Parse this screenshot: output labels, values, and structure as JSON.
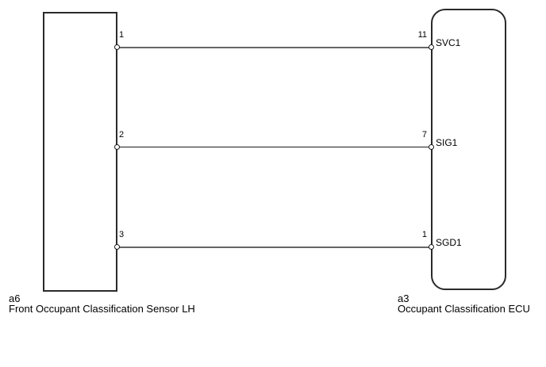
{
  "diagram": {
    "type": "wiring-diagram",
    "left_component": {
      "code": "a6",
      "name": "Front Occupant Classification Sensor LH",
      "pins": [
        {
          "number": "1"
        },
        {
          "number": "2"
        },
        {
          "number": "3"
        }
      ]
    },
    "right_component": {
      "code": "a3",
      "name": "Occupant Classification ECU",
      "pins": [
        {
          "number": "11",
          "label": "SVC1"
        },
        {
          "number": "7",
          "label": "SIG1"
        },
        {
          "number": "1",
          "label": "SGD1"
        }
      ]
    },
    "wires": [
      {
        "from_component": "a6",
        "from_pin": "1",
        "to_component": "a3",
        "to_pin": "11",
        "signal": "SVC1"
      },
      {
        "from_component": "a6",
        "from_pin": "2",
        "to_component": "a3",
        "to_pin": "7",
        "signal": "SIG1"
      },
      {
        "from_component": "a6",
        "from_pin": "3",
        "to_component": "a3",
        "to_pin": "1",
        "signal": "SGD1"
      }
    ],
    "colors": {
      "background": "#ffffff",
      "outline": "#2a2a2a",
      "wire_gray": "#666666",
      "wire_dark": "#1a1a1a",
      "text": "#000000"
    }
  }
}
